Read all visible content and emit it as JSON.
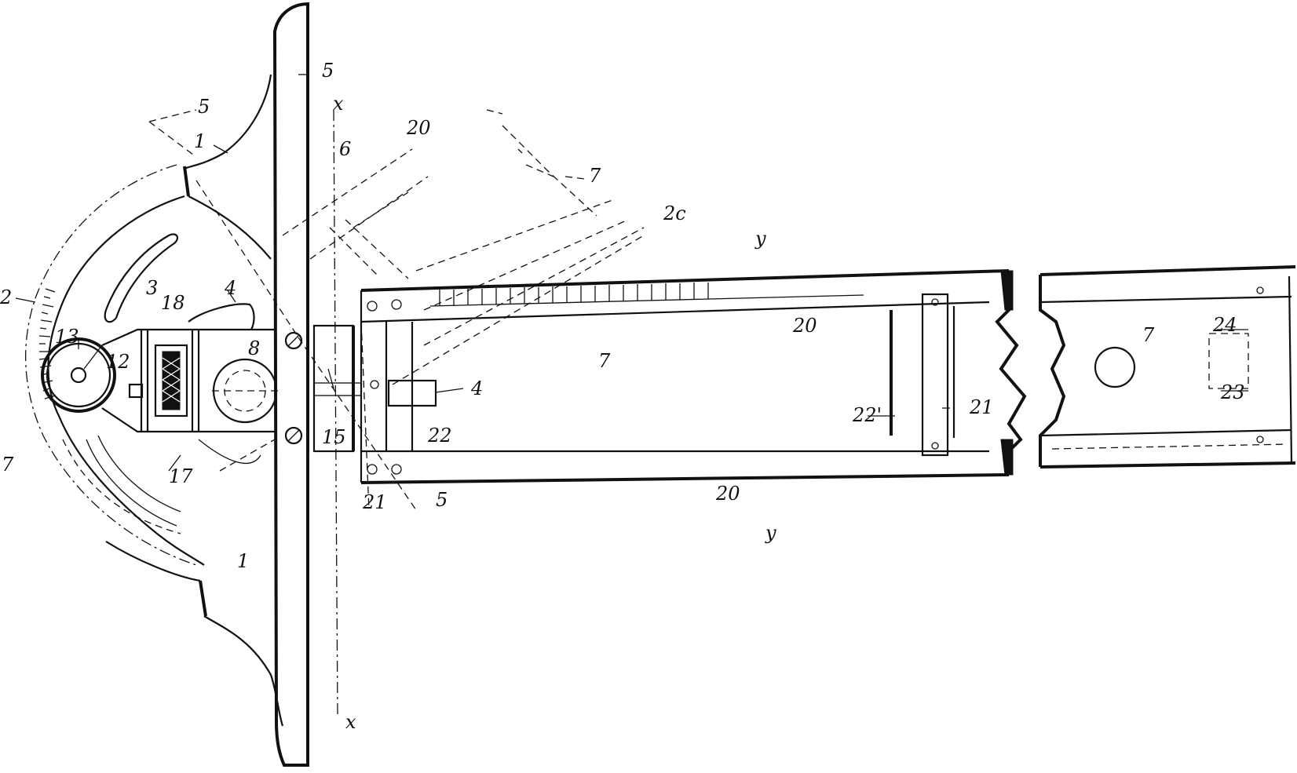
{
  "figure": {
    "labels": {
      "x_top": "x",
      "x_bottom": "x",
      "y_top": "y",
      "y_bottom": "y",
      "n1_top": "1",
      "n1_bottom": "1",
      "n2": "2",
      "n3": "3",
      "n4_left": "4",
      "n4_right": "4",
      "n5_top": "5",
      "n5_dashed": "5",
      "n5_bottom": "5",
      "n6": "6",
      "n7_left": "7",
      "n7_dashed": "7",
      "n7_main": "7",
      "n7_right": "7",
      "n8": "8",
      "n12": "12",
      "n13": "13",
      "n15": "15",
      "n17": "17",
      "n18": "18",
      "n20_dashed": "20",
      "n20c": "2c",
      "n20_top": "20",
      "n20_bottom": "20",
      "n21_left": "21",
      "n21_right": "21",
      "n22": "22",
      "n22_prime": "22'",
      "n23": "23",
      "n24": "24"
    }
  }
}
